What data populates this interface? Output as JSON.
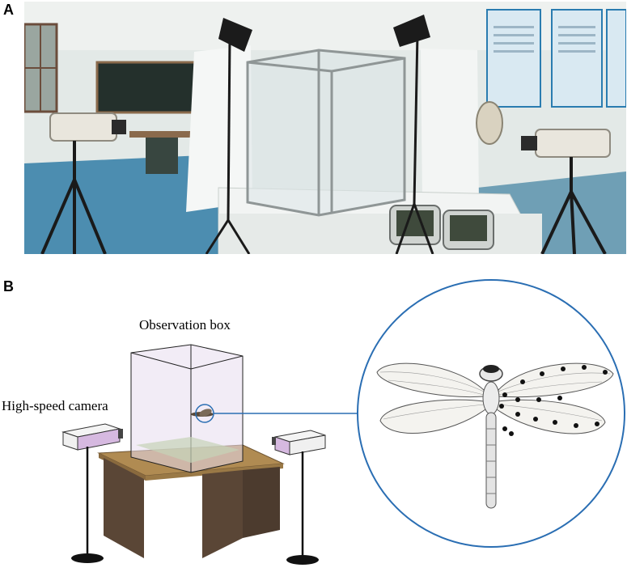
{
  "panel_a": {
    "letter": "A"
  },
  "panel_b": {
    "letter": "B",
    "observation_box_label": "Observation box",
    "camera_label": "High-speed camera"
  },
  "colors": {
    "wall": "#dfe6e6",
    "floor": "#4a8fb1",
    "table_top": "#b08b52",
    "table_side": "#5c4536",
    "circle_stroke": "#2a6eb3",
    "camera_body": "#eeeeee",
    "camera_side": "#d6b9e0"
  }
}
